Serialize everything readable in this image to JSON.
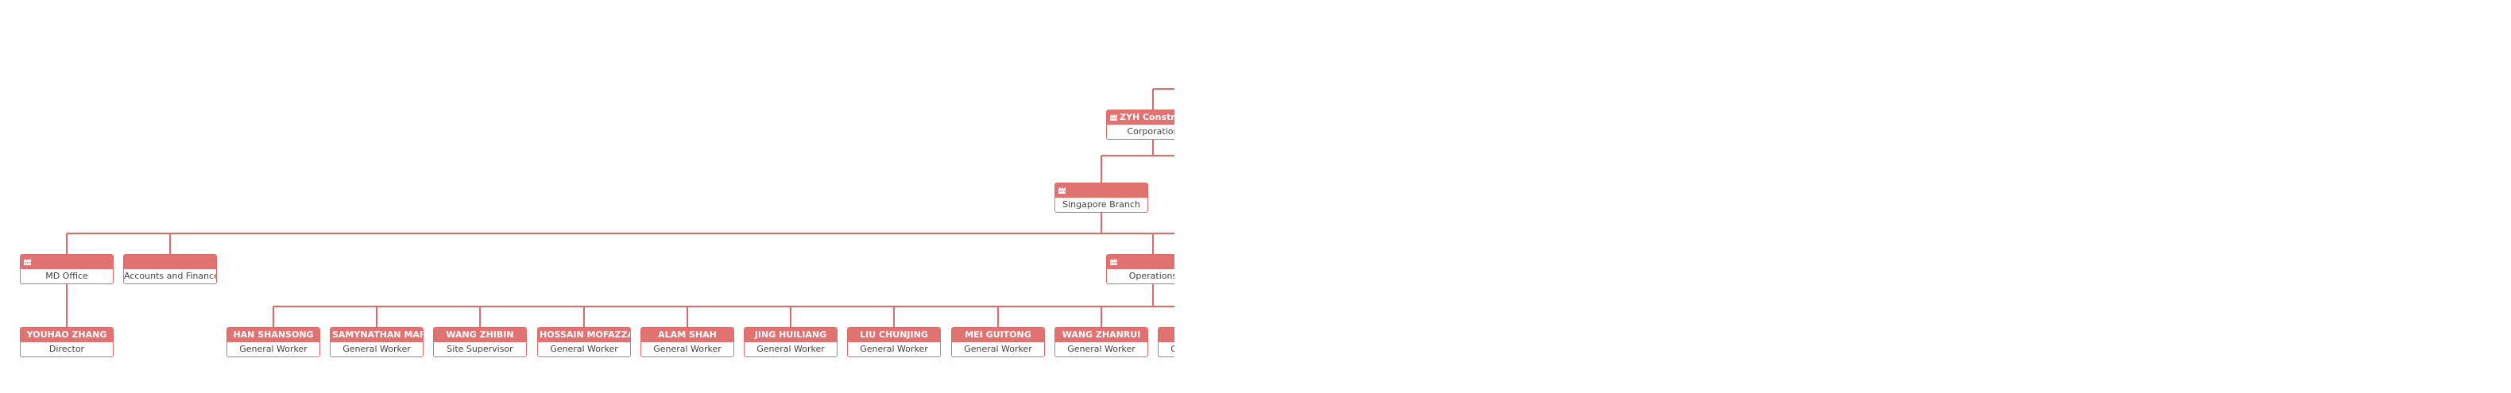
{
  "chart": {
    "top": {
      "title": "ZYH Construction Pte Ltd",
      "subtitle": "Corporation"
    },
    "branch": {
      "title": "",
      "subtitle": "Singapore Branch"
    },
    "departments": [
      {
        "title": "",
        "subtitle": "MD Office"
      },
      {
        "title": "",
        "subtitle": "Accounts and Finance"
      },
      {
        "title": "",
        "subtitle": "Operations"
      }
    ],
    "director": {
      "name": "YOUHAO ZHANG",
      "role": "Director"
    },
    "staff": [
      {
        "name": "HAN SHANSONG",
        "role": "General Worker"
      },
      {
        "name": "SAMYNATHAN MARIAPPAN",
        "role": "General Worker"
      },
      {
        "name": "WANG ZHIBIN",
        "role": "Site Supervisor"
      },
      {
        "name": "HOSSAIN MOFAZZAL",
        "role": "General Worker"
      },
      {
        "name": "ALAM SHAH",
        "role": "General Worker"
      },
      {
        "name": "JING HUILIANG",
        "role": "General Worker"
      },
      {
        "name": "LIU CHUNJING",
        "role": "General Worker"
      },
      {
        "name": "MEI GUITONG",
        "role": "General Worker"
      },
      {
        "name": "WANG ZHANRUI",
        "role": "General Worker"
      },
      {
        "name": "",
        "role": "General Worker"
      }
    ]
  },
  "colors": {
    "accent": "#e07272",
    "line": "#e06a6a",
    "text": "#444444"
  },
  "icons": {
    "org": "building-icon"
  }
}
